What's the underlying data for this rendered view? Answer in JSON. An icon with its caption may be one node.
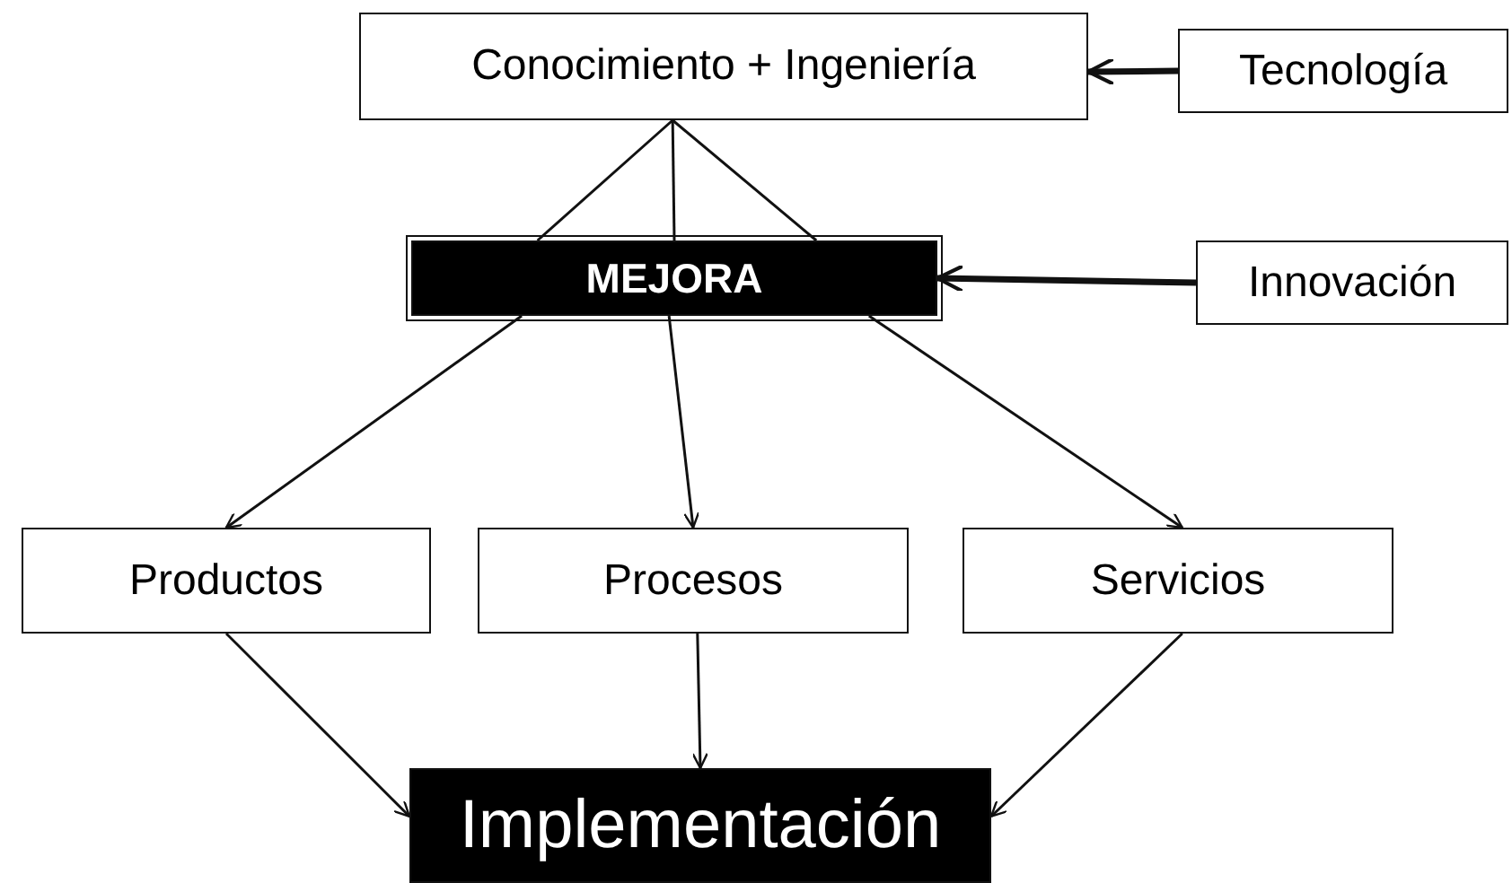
{
  "diagram": {
    "nodes": [
      {
        "text": [
          "Conocimiento + Ingeniería"
        ]
      },
      {
        "text": [
          "Tecnología"
        ]
      },
      {
        "text": [
          "MEJORA"
        ]
      },
      {
        "text": [
          "Innovación"
        ]
      },
      {
        "text": [
          "Productos"
        ]
      },
      {
        "text": [
          "Procesos"
        ]
      },
      {
        "text": [
          "Servicios"
        ]
      },
      {
        "text": [
          "Implementación"
        ]
      }
    ],
    "edges": [
      {
        "from": 1,
        "to": 0,
        "arrow": "to",
        "style": "thick"
      },
      {
        "from": 0,
        "to": 2,
        "arrow": "none"
      },
      {
        "from": 0,
        "to": 2,
        "arrow": "none"
      },
      {
        "from": 0,
        "to": 2,
        "arrow": "none"
      },
      {
        "from": 3,
        "to": 2,
        "arrow": "to",
        "style": "thick"
      },
      {
        "from": 2,
        "to": 4,
        "arrow": "to"
      },
      {
        "from": 2,
        "to": 5,
        "arrow": "to"
      },
      {
        "from": 2,
        "to": 6,
        "arrow": "to"
      },
      {
        "from": 4,
        "to": 7,
        "arrow": "to"
      },
      {
        "from": 5,
        "to": 7,
        "arrow": "to"
      },
      {
        "from": 6,
        "to": 7,
        "arrow": "to"
      }
    ]
  }
}
